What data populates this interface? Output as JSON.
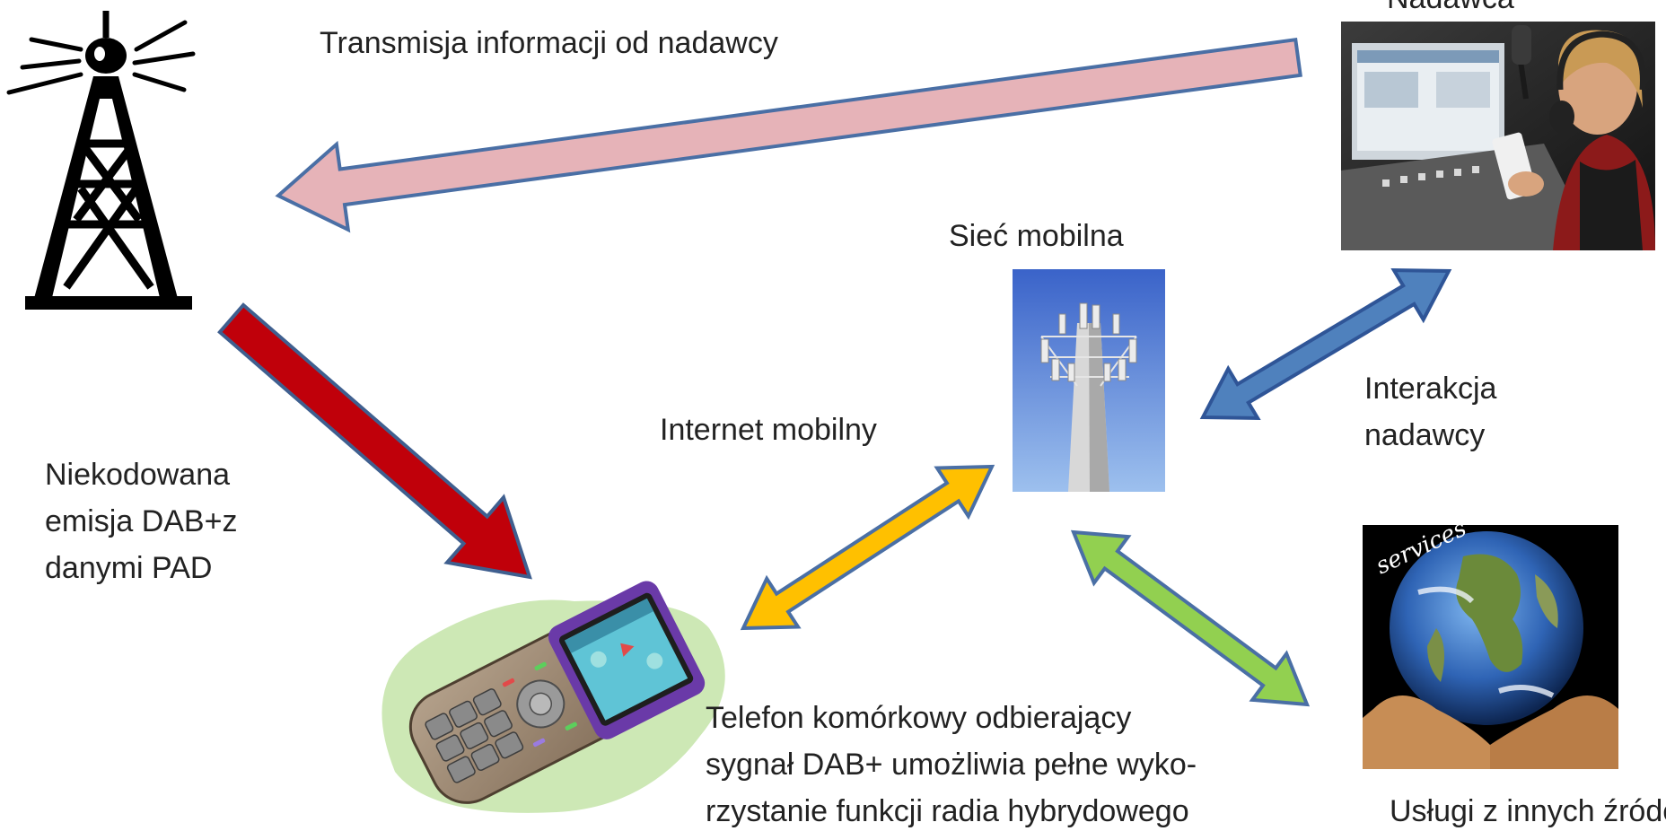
{
  "labels": {
    "transmission": "Transmisja informacji od nadawcy",
    "broadcaster": "Nadawca",
    "mobile_network": "Sieć mobilna",
    "mobile_internet": "Internet mobilny",
    "interaction": [
      "Interakcja",
      "nadawcy"
    ],
    "uncoded": [
      "Niekodowana",
      "emisja DAB+z",
      "danymi PAD"
    ],
    "phone_caption": [
      "Telefon komórkowy odbierający",
      "sygnał DAB+ umożliwia pełne wyko-",
      "rzystanie funkcji radia hybrydowego"
    ],
    "other_services": "Usługi z innych źródeł",
    "globe_text": "services"
  },
  "arrows": {
    "transmission": {
      "fill": "#e6b3b8",
      "stroke": "#4a6fa5",
      "direction": "one-way"
    },
    "dab_emission": {
      "fill": "#c0000a",
      "stroke": "#3f5f8f",
      "direction": "one-way"
    },
    "mobile_internet": {
      "fill": "#ffc000",
      "stroke": "#4a6fa5",
      "direction": "two-way"
    },
    "interaction": {
      "fill": "#4f81bd",
      "stroke": "#2f5597",
      "direction": "two-way"
    },
    "other_services": {
      "fill": "#92d050",
      "stroke": "#4a6fa5",
      "direction": "two-way"
    }
  },
  "icons": {
    "transmitter": "radio-tower-icon",
    "cell_tower": "cell-tower-photo",
    "broadcaster": "studio-presenter-photo",
    "phone": "mobile-phone-icon",
    "globe": "globe-in-hands-photo"
  }
}
